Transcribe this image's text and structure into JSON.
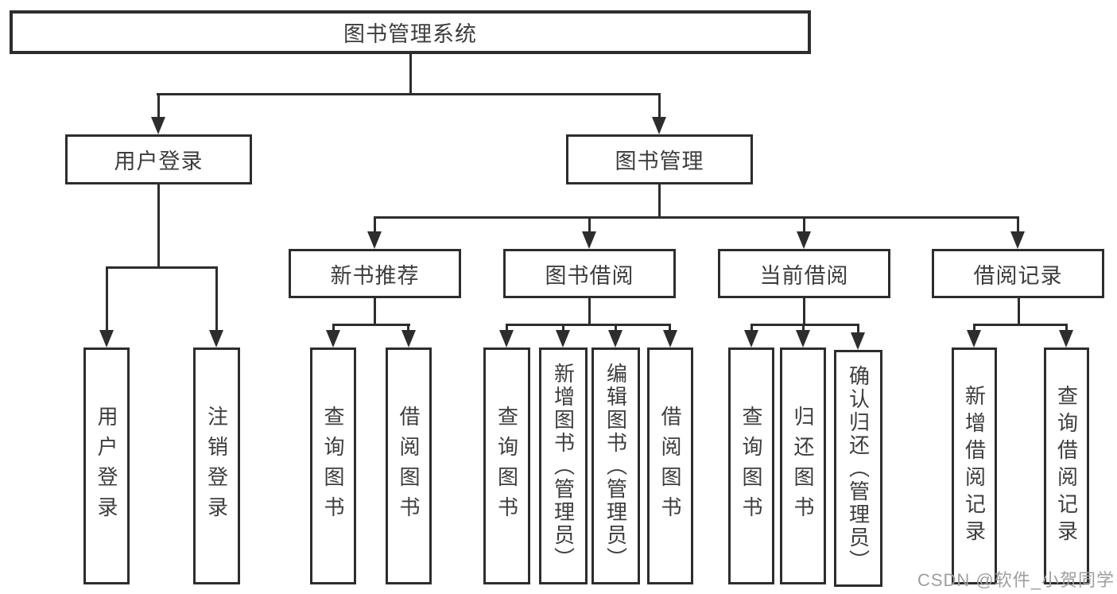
{
  "root": {
    "label": "图书管理系统"
  },
  "branches": [
    {
      "label": "用户登录",
      "children": [
        {
          "label": "用户登录"
        },
        {
          "label": "注销登录"
        }
      ]
    },
    {
      "label": "图书管理",
      "children": [
        {
          "label": "新书推荐",
          "children": [
            {
              "label": "查询图书"
            },
            {
              "label": "借阅图书"
            }
          ]
        },
        {
          "label": "图书借阅",
          "children": [
            {
              "label": "查询图书"
            },
            {
              "label": "新增图书（管理员）"
            },
            {
              "label": "编辑图书（管理员）"
            },
            {
              "label": "借阅图书"
            }
          ]
        },
        {
          "label": "当前借阅",
          "children": [
            {
              "label": "查询图书"
            },
            {
              "label": "归还图书"
            },
            {
              "label": "确认归还（管理员）"
            }
          ]
        },
        {
          "label": "借阅记录",
          "children": [
            {
              "label": "新增借阅记录"
            },
            {
              "label": "查询借阅记录"
            }
          ]
        }
      ]
    }
  ],
  "watermark": {
    "text": "CSDN @软件_小贺同学"
  },
  "colors": {
    "line": "#2d2d2d",
    "text": "#3d3d3d",
    "background": "#ffffff",
    "watermark": "#9e9e9e"
  }
}
